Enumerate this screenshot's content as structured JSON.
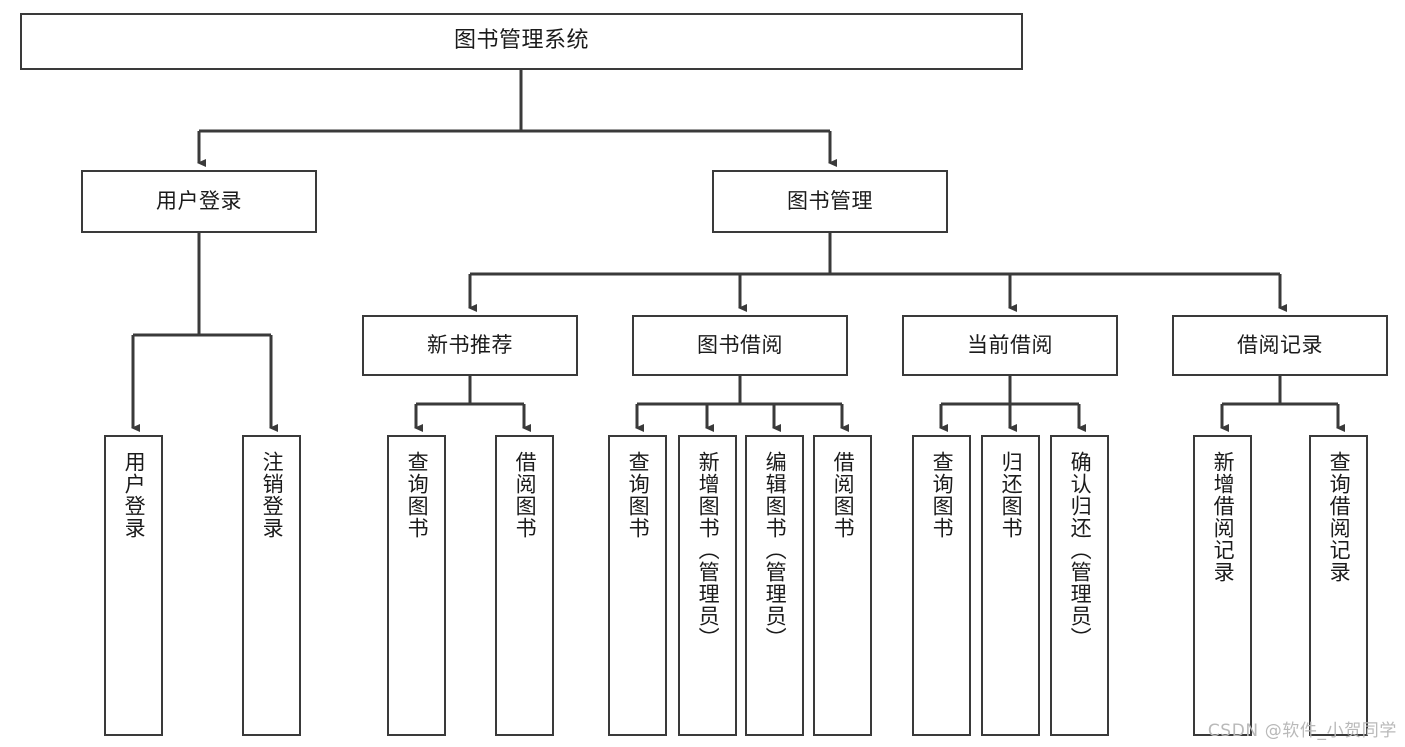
{
  "diagram": {
    "title": "图书管理系统",
    "type": "tree-hierarchy-diagram",
    "colors": {
      "box_border": "#3a3a3a",
      "box_fill": "#ffffff",
      "connector": "#3a3a3a",
      "text": "#1b1b1b",
      "watermark": "#b9b9b9",
      "background": "#ffffff"
    },
    "root": {
      "label": "图书管理系统"
    },
    "level2": [
      {
        "id": "user-login",
        "label": "用户登录"
      },
      {
        "id": "book-management",
        "label": "图书管理"
      }
    ],
    "level3": [
      {
        "id": "new-book-recommend",
        "label": "新书推荐"
      },
      {
        "id": "book-borrow",
        "label": "图书借阅"
      },
      {
        "id": "current-borrow",
        "label": "当前借阅"
      },
      {
        "id": "borrow-record",
        "label": "借阅记录"
      }
    ],
    "leaves": {
      "user_login": [
        {
          "id": "leaf-user-login",
          "label": "用户登录"
        },
        {
          "id": "leaf-logout-login",
          "label": "注销登录"
        }
      ],
      "new_book_recommend": [
        {
          "id": "leaf-query-book-1",
          "label": "查询图书"
        },
        {
          "id": "leaf-borrow-book-1",
          "label": "借阅图书"
        }
      ],
      "book_borrow": [
        {
          "id": "leaf-query-book-2",
          "label": "查询图书"
        },
        {
          "id": "leaf-add-book",
          "label": "新增图书（管理员）"
        },
        {
          "id": "leaf-edit-book",
          "label": "编辑图书（管理员）"
        },
        {
          "id": "leaf-borrow-book-2",
          "label": "借阅图书"
        }
      ],
      "current_borrow": [
        {
          "id": "leaf-query-book-3",
          "label": "查询图书"
        },
        {
          "id": "leaf-return-book",
          "label": "归还图书"
        },
        {
          "id": "leaf-confirm-return",
          "label": "确认归还（管理员）"
        }
      ],
      "borrow_record": [
        {
          "id": "leaf-add-record",
          "label": "新增借阅记录"
        },
        {
          "id": "leaf-query-record",
          "label": "查询借阅记录"
        }
      ]
    }
  },
  "watermark": {
    "text": "CSDN @软件_小贺同学"
  }
}
